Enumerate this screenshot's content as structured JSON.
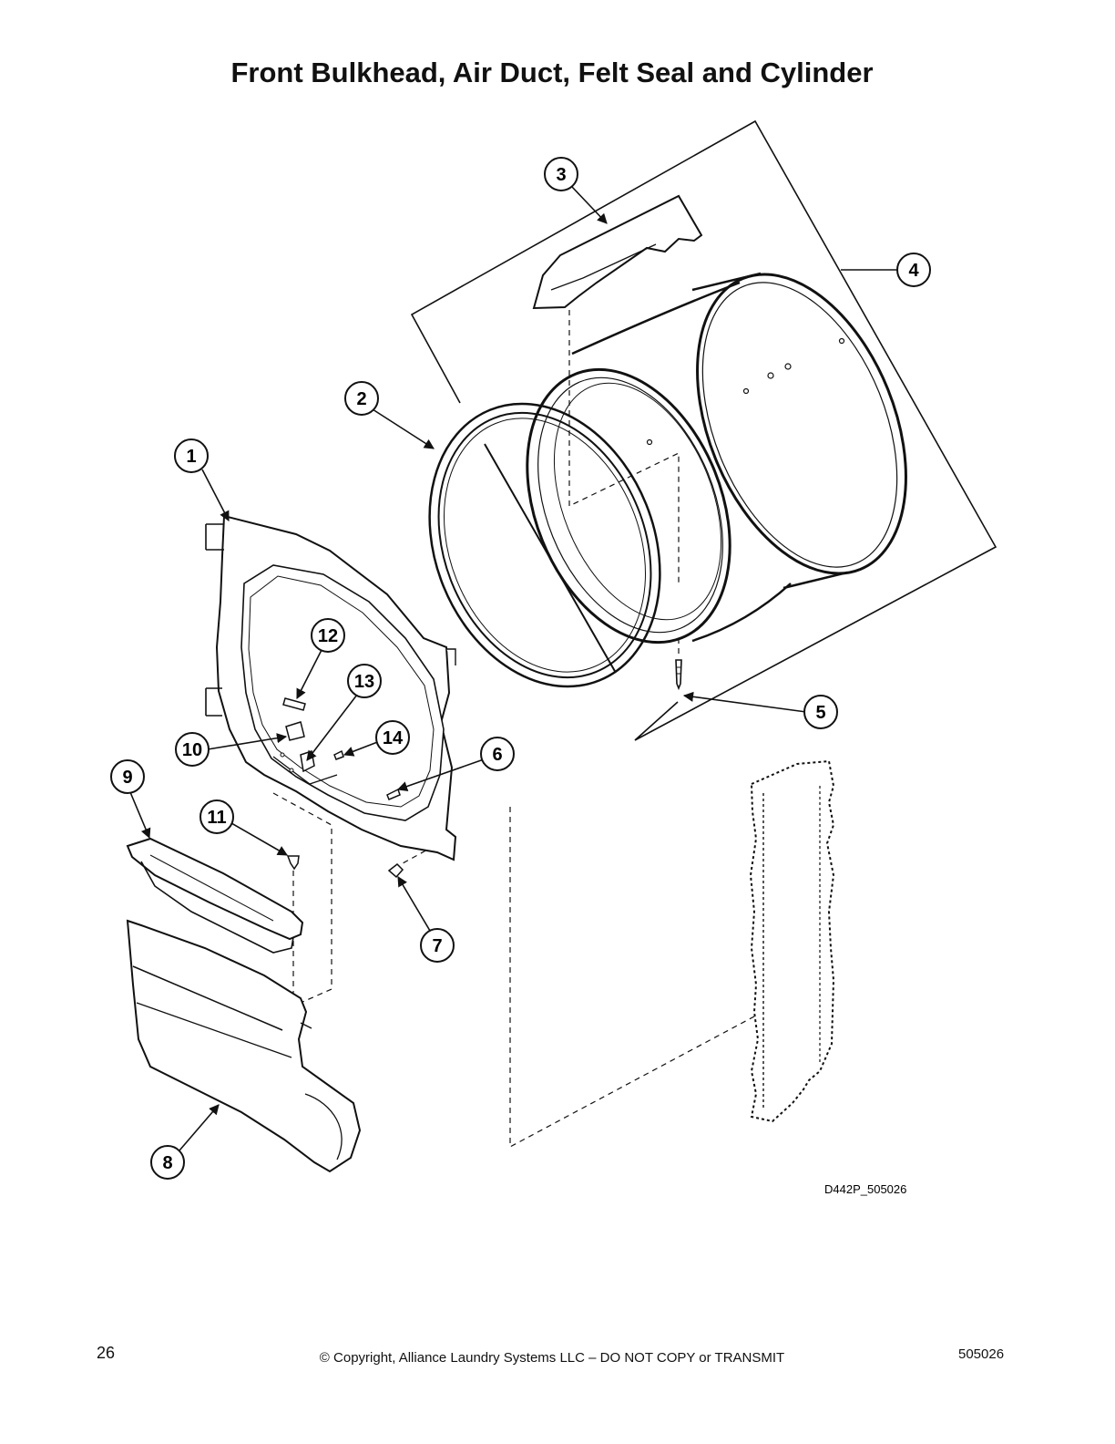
{
  "page": {
    "title": "Front Bulkhead, Air Duct, Felt Seal and Cylinder",
    "drawing_code": "D442P_505026",
    "footer": {
      "page_number": "26",
      "copyright": "© Copyright, Alliance Laundry Systems LLC – DO NOT COPY or TRANSMIT",
      "document_number": "505026"
    }
  },
  "callouts": [
    "1",
    "2",
    "3",
    "4",
    "5",
    "6",
    "7",
    "8",
    "9",
    "10",
    "11",
    "12",
    "13",
    "14"
  ],
  "colors": {
    "ink": "#111111",
    "paper": "#ffffff"
  }
}
